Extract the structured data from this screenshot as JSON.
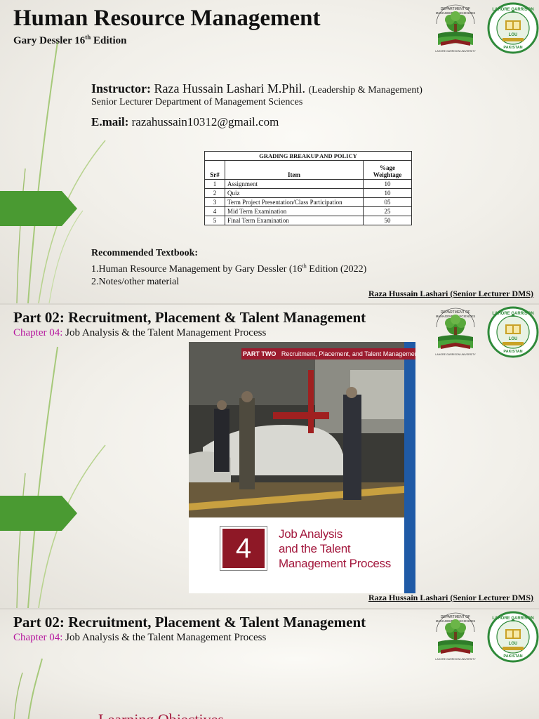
{
  "slide1": {
    "title": "Human Resource Management",
    "subtitle_pre": "Gary Dessler 16",
    "subtitle_sup": "th",
    "subtitle_post": " Edition",
    "instructor_label": "Instructor:",
    "instructor_name": "Raza Hussain Lashari M.Phil.",
    "instructor_paren": "(Leadership & Management)",
    "instructor_title": "Senior Lecturer Department of Management Sciences",
    "email_label": "E.mail:",
    "email": "razahussain10312@gmail.com",
    "grading": {
      "caption": "GRADING BREAKUP AND POLICY",
      "headers": [
        "Sr#",
        "Item",
        "%age",
        "Weightage"
      ],
      "rows": [
        {
          "sr": "1",
          "item": "Assignment",
          "weight": "10"
        },
        {
          "sr": "2",
          "item": "Quiz",
          "weight": "10"
        },
        {
          "sr": "3",
          "item": "Term Project Presentation/Class Participation",
          "weight": "05"
        },
        {
          "sr": "4",
          "item": "Mid Term Examination",
          "weight": "25"
        },
        {
          "sr": "5",
          "item": "Final Term Examination",
          "weight": "50"
        }
      ]
    },
    "textbook_heading": "Recommended Textbook:",
    "textbook_line1_pre": "1.Human Resource Management by Gary Dessler (16",
    "textbook_line1_sup": "th",
    "textbook_line1_post": " Edition (2022)",
    "textbook_line2": "2.Notes/other material",
    "footer": "Raza Hussain Lashari (Senior Lecturer DMS)"
  },
  "slide2": {
    "part_title": "Part 02: Recruitment, Placement & Talent Management",
    "chapter_label": "Chapter 04:",
    "chapter_title": " Job Analysis & the Talent Management Process",
    "book": {
      "band_part": "PART TWO",
      "band_title": "Recruitment, Placement, and Talent Management",
      "number": "4",
      "title_lines": [
        "Job Analysis",
        "and the Talent",
        "Management Process"
      ]
    },
    "footer": "Raza Hussain Lashari (Senior Lecturer DMS)"
  },
  "slide3": {
    "part_title": "Part 02: Recruitment, Placement & Talent Management",
    "chapter_label": "Chapter 04:",
    "chapter_title": " Job Analysis & the Talent Management Process",
    "partial_heading": "Learning Objectives"
  },
  "logos": {
    "dept_text": "DEPARTMENT OF MANAGEMENT SCIENCES",
    "dept_bottom": "LAHORE GARRISON UNIVERSITY",
    "lgu_text": "LAHORE GARRISON UNIVERSITY",
    "lgu_abbr": "LGU",
    "lgu_bottom": "PAKISTAN"
  },
  "colors": {
    "accent_green": "#4a9a32",
    "chapter_magenta": "#b5179e",
    "book_red": "#8e1826",
    "book_blue": "#1f5aa6"
  }
}
